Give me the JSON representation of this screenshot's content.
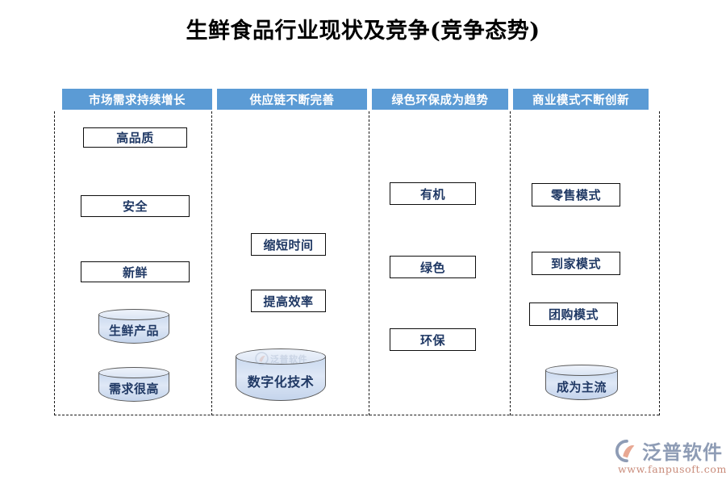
{
  "page": {
    "title": "生鲜食品行业现状及竞争(竞争态势)",
    "accent_header_color": "#5b9bd5",
    "node_text_color": "#1f3864",
    "cylinder_fill_color": "#d5e0f0"
  },
  "diagram": {
    "type": "swimlane-flowchart",
    "columns": [
      {
        "header": "市场需求持续增长",
        "nodes": [
          {
            "label": "高品质",
            "shape": "rectangle"
          },
          {
            "label": "安全",
            "shape": "rectangle"
          },
          {
            "label": "新鲜",
            "shape": "rectangle"
          },
          {
            "label": "生鲜产品",
            "shape": "cylinder"
          },
          {
            "label": "需求很高",
            "shape": "cylinder"
          }
        ]
      },
      {
        "header": "供应链不断完善",
        "nodes": [
          {
            "label": "缩短时间",
            "shape": "rectangle"
          },
          {
            "label": "提高效率",
            "shape": "rectangle"
          },
          {
            "label": "数字化技术",
            "shape": "cylinder"
          }
        ]
      },
      {
        "header": "绿色环保成为趋势",
        "nodes": [
          {
            "label": "有机",
            "shape": "rectangle"
          },
          {
            "label": "绿色",
            "shape": "rectangle"
          },
          {
            "label": "环保",
            "shape": "rectangle"
          }
        ]
      },
      {
        "header": "商业模式不断创新",
        "nodes": [
          {
            "label": "零售模式",
            "shape": "rectangle"
          },
          {
            "label": "到家模式",
            "shape": "rectangle"
          },
          {
            "label": "团购模式",
            "shape": "rectangle"
          },
          {
            "label": "成为主流",
            "shape": "cylinder"
          }
        ]
      }
    ]
  },
  "watermark": {
    "text": "泛普软件"
  },
  "logo": {
    "name": "泛普软件",
    "url": "www.fanpusoft.com"
  }
}
